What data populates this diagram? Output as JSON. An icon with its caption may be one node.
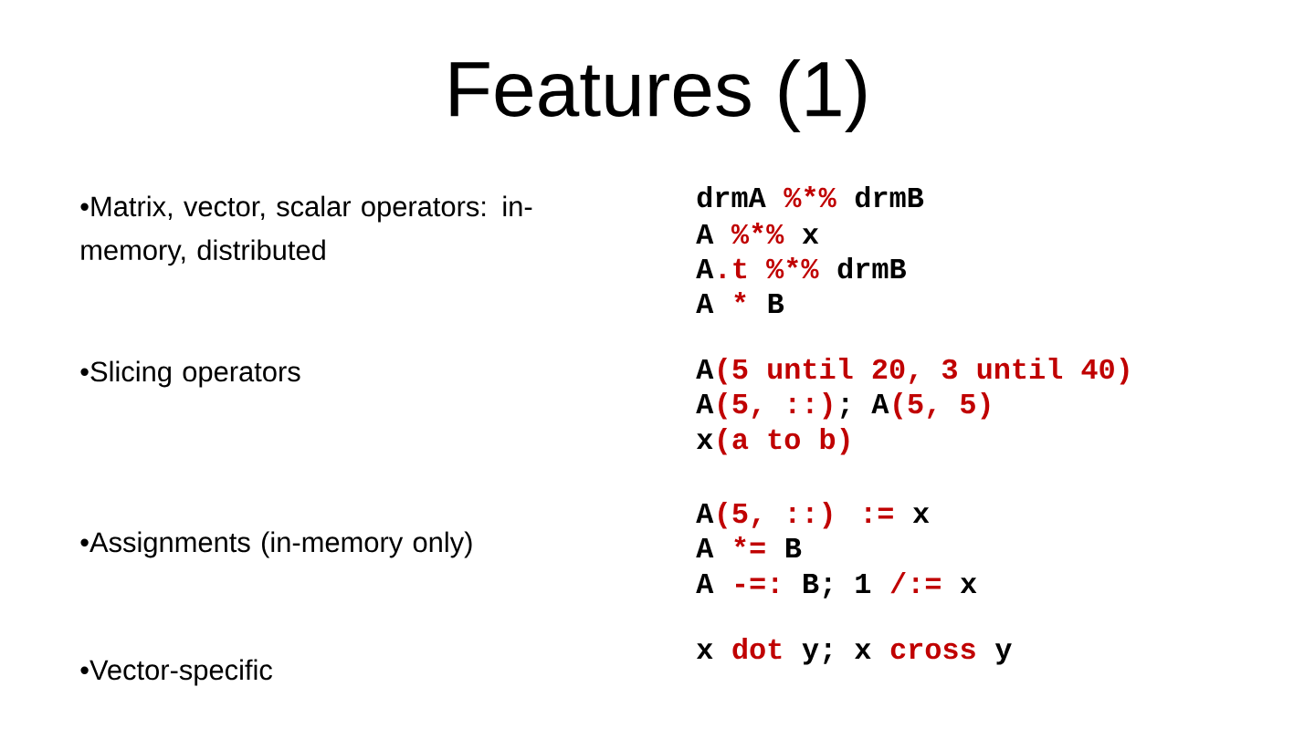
{
  "diagram": {
    "title": "Features (1)",
    "labels": [
      "•Matrix, vector, scalar operators: in-memory, distributed",
      "•Slicing operators",
      "•Assignments (in-memory only)",
      "•Vector-specific",
      "drmA",
      "%*%",
      "drmB",
      "A",
      "%*%",
      "x",
      "A",
      ".t %*%",
      "drmB",
      "A",
      "*",
      "B",
      "A",
      "(5 until 20, 3 until 40)",
      "A",
      "(5, ::)",
      "; A",
      "(5, 5)",
      "x",
      "(a to b)",
      "A",
      "(5, ::) :=",
      "x",
      "A",
      "*=",
      "B",
      "A",
      "-=:",
      "B; 1",
      "/:=",
      "x",
      "x",
      "dot",
      "y; x",
      "cross",
      "y"
    ]
  }
}
